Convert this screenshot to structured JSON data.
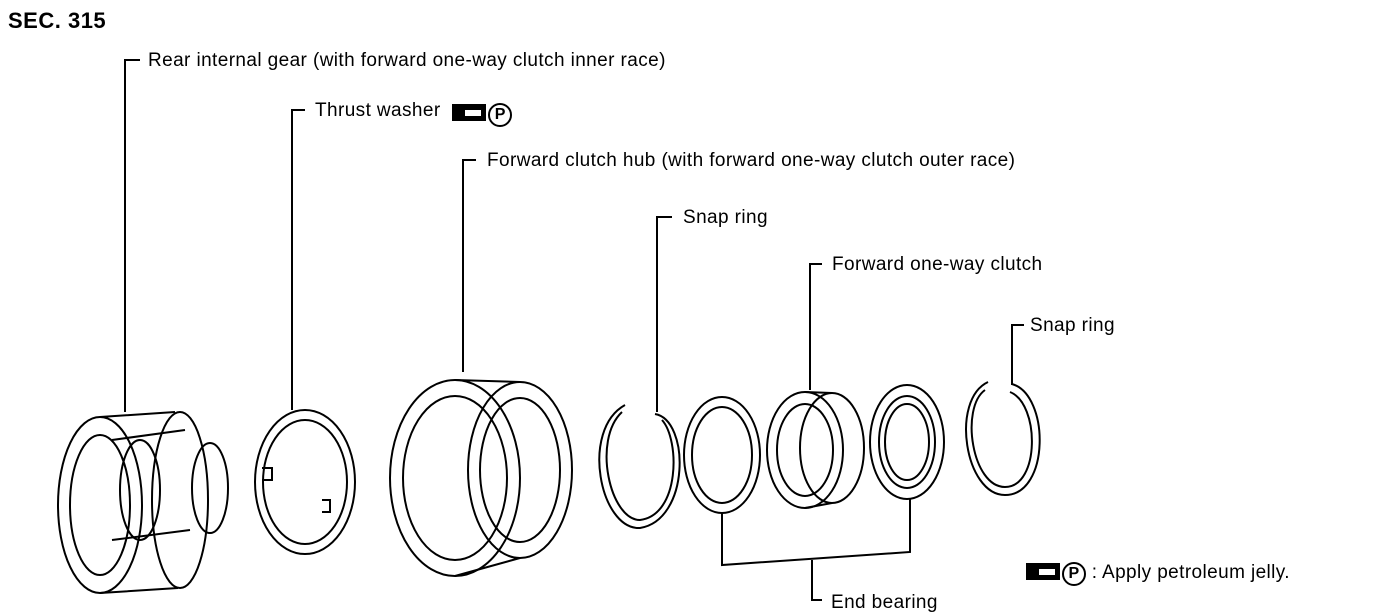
{
  "section": "SEC. 315",
  "labels": {
    "rear_internal_gear": "Rear internal gear (with forward one-way clutch inner race)",
    "thrust_washer": "Thrust washer",
    "forward_clutch_hub": "Forward clutch hub (with forward one-way clutch outer race)",
    "snap_ring_1": "Snap ring",
    "forward_one_way_clutch": "Forward one-way clutch",
    "snap_ring_2": "Snap ring",
    "end_bearing": "End bearing"
  },
  "legend": {
    "p_symbol": "P",
    "text": ": Apply petroleum jelly."
  }
}
